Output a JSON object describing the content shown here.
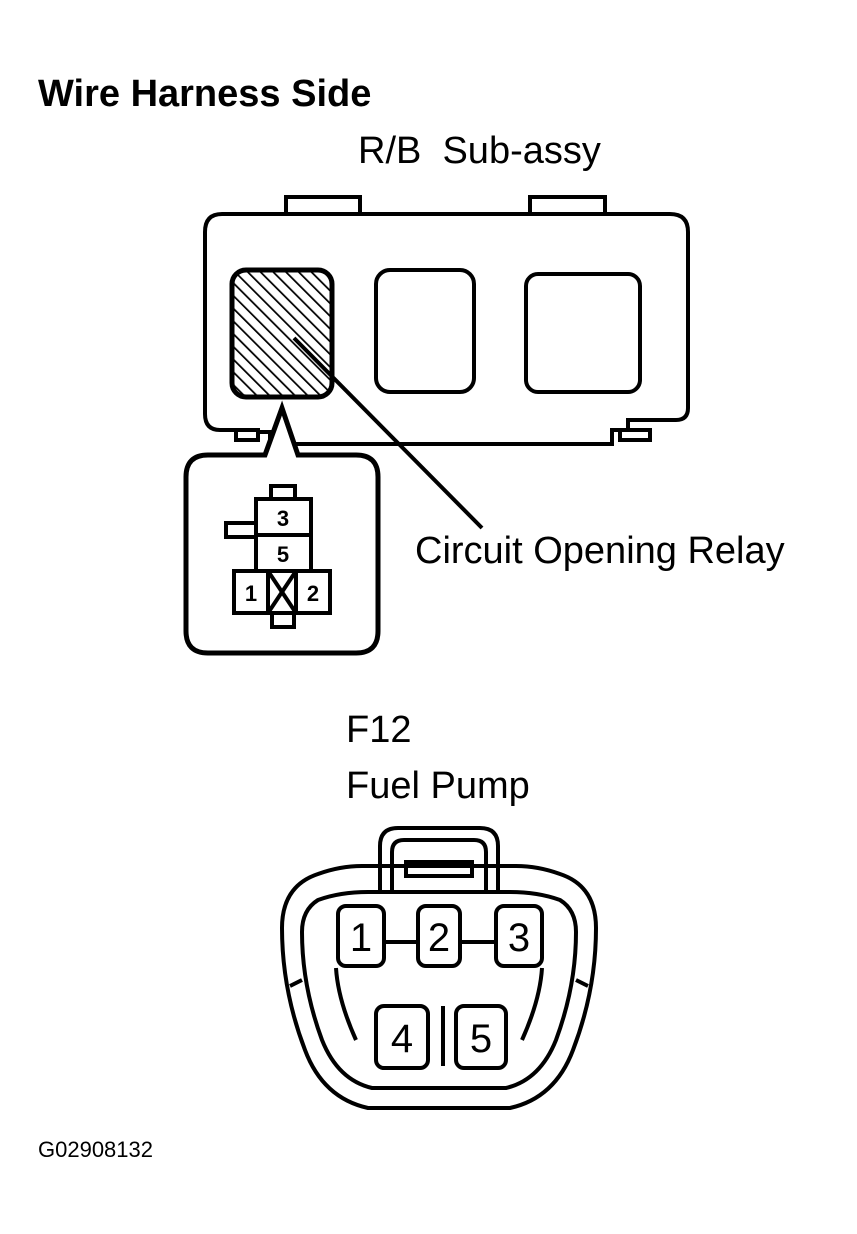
{
  "heading": "Wire Harness Side",
  "relay_block": {
    "name": "R/B  Sub-assy",
    "callout": "Circuit Opening Relay",
    "pins": [
      "3",
      "5",
      "1",
      "2"
    ]
  },
  "connector": {
    "code": "F12",
    "name": "Fuel Pump",
    "pins": [
      "1",
      "2",
      "3",
      "4",
      "5"
    ]
  },
  "figure_id": "G02908132"
}
